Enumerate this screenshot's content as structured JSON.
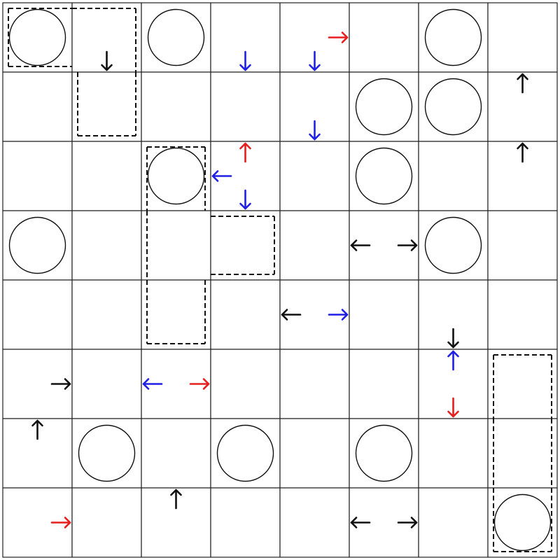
{
  "grid": {
    "rows": 8,
    "cols": 8
  },
  "colors": {
    "black": "#111111",
    "blue": "#1f1fe6",
    "red": "#e61e1e",
    "line": "#222222"
  },
  "circles": [
    {
      "r": 0,
      "c": 0
    },
    {
      "r": 0,
      "c": 2
    },
    {
      "r": 0,
      "c": 6
    },
    {
      "r": 1,
      "c": 5
    },
    {
      "r": 1,
      "c": 6
    },
    {
      "r": 2,
      "c": 2
    },
    {
      "r": 2,
      "c": 5
    },
    {
      "r": 3,
      "c": 0
    },
    {
      "r": 3,
      "c": 6
    },
    {
      "r": 6,
      "c": 1
    },
    {
      "r": 6,
      "c": 3
    },
    {
      "r": 6,
      "c": 5
    },
    {
      "r": 7,
      "c": 7
    }
  ],
  "arrows": [
    {
      "r": 0,
      "c": 1,
      "pos": "bottom",
      "dir": "down",
      "color": "black"
    },
    {
      "r": 0,
      "c": 3,
      "pos": "bottom",
      "dir": "down",
      "color": "blue"
    },
    {
      "r": 0,
      "c": 4,
      "pos": "bottom",
      "dir": "down",
      "color": "blue"
    },
    {
      "r": 0,
      "c": 4,
      "pos": "right",
      "dir": "right",
      "color": "red"
    },
    {
      "r": 1,
      "c": 4,
      "pos": "bottom",
      "dir": "down",
      "color": "blue"
    },
    {
      "r": 1,
      "c": 7,
      "pos": "top",
      "dir": "up",
      "color": "black"
    },
    {
      "r": 2,
      "c": 3,
      "pos": "top",
      "dir": "up",
      "color": "red"
    },
    {
      "r": 2,
      "c": 3,
      "pos": "left",
      "dir": "left",
      "color": "blue"
    },
    {
      "r": 2,
      "c": 3,
      "pos": "bottom",
      "dir": "down",
      "color": "blue"
    },
    {
      "r": 2,
      "c": 7,
      "pos": "top",
      "dir": "up",
      "color": "black"
    },
    {
      "r": 3,
      "c": 5,
      "pos": "left",
      "dir": "left",
      "color": "black"
    },
    {
      "r": 3,
      "c": 5,
      "pos": "right",
      "dir": "right",
      "color": "black"
    },
    {
      "r": 4,
      "c": 4,
      "pos": "left",
      "dir": "left",
      "color": "black"
    },
    {
      "r": 4,
      "c": 4,
      "pos": "right",
      "dir": "right",
      "color": "blue"
    },
    {
      "r": 4,
      "c": 6,
      "pos": "bottom",
      "dir": "down",
      "color": "black"
    },
    {
      "r": 5,
      "c": 0,
      "pos": "right",
      "dir": "right",
      "color": "black"
    },
    {
      "r": 5,
      "c": 2,
      "pos": "left",
      "dir": "left",
      "color": "blue"
    },
    {
      "r": 5,
      "c": 2,
      "pos": "right",
      "dir": "right",
      "color": "red"
    },
    {
      "r": 5,
      "c": 6,
      "pos": "top",
      "dir": "up",
      "color": "blue"
    },
    {
      "r": 5,
      "c": 6,
      "pos": "bottom",
      "dir": "down",
      "color": "red"
    },
    {
      "r": 6,
      "c": 0,
      "pos": "top",
      "dir": "up",
      "color": "black"
    },
    {
      "r": 7,
      "c": 0,
      "pos": "right",
      "dir": "right",
      "color": "red"
    },
    {
      "r": 7,
      "c": 2,
      "pos": "top",
      "dir": "up",
      "color": "black"
    },
    {
      "r": 7,
      "c": 5,
      "pos": "left",
      "dir": "left",
      "color": "black"
    },
    {
      "r": 7,
      "c": 5,
      "pos": "right",
      "dir": "right",
      "color": "black"
    }
  ],
  "regions": [
    {
      "cells": [
        [
          0,
          0
        ],
        [
          0,
          1
        ],
        [
          1,
          1
        ]
      ]
    },
    {
      "cells": [
        [
          2,
          2
        ],
        [
          3,
          2
        ],
        [
          4,
          2
        ],
        [
          3,
          3
        ]
      ]
    },
    {
      "cells": [
        [
          5,
          7
        ],
        [
          6,
          7
        ],
        [
          7,
          7
        ]
      ]
    }
  ]
}
